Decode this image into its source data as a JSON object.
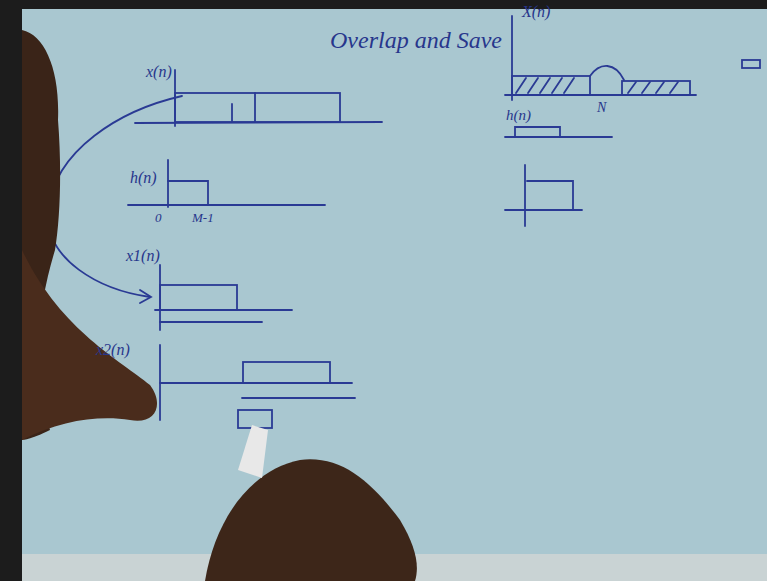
{
  "diagram": {
    "title": "Overlap and Save",
    "labels": [
      "x(n)",
      "h(n)",
      "0",
      "M-1",
      "x1(n)",
      "x2(n)",
      "X(n)",
      "N",
      "h(n)"
    ]
  }
}
